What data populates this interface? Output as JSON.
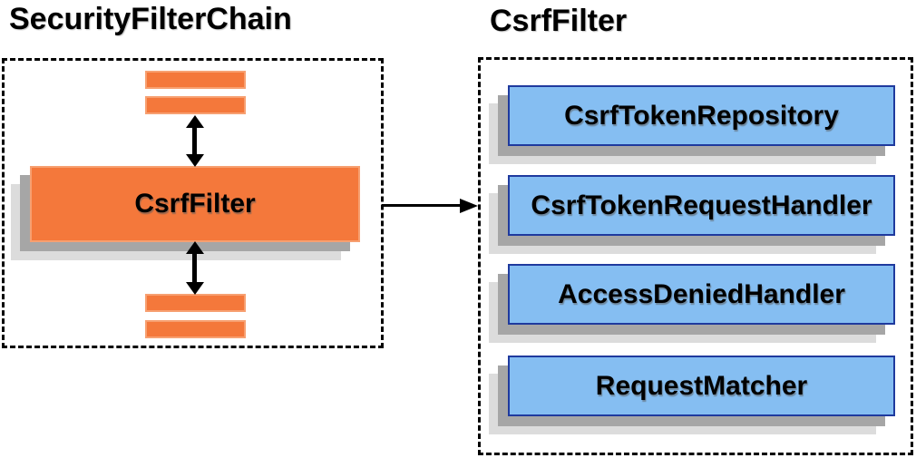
{
  "diagram": {
    "left": {
      "title": "SecurityFilterChain",
      "filter_box_label": "CsrfFilter",
      "filter_bars_count": 4
    },
    "right": {
      "title": "CsrfFilter",
      "components": [
        {
          "label": "CsrfTokenRepository"
        },
        {
          "label": "CsrfTokenRequestHandler"
        },
        {
          "label": "AccessDeniedHandler"
        },
        {
          "label": "RequestMatcher"
        }
      ]
    },
    "icons": {
      "vertical_connectors": "double-arrow-icon",
      "horizontal_connector": "arrow-right-icon"
    },
    "colors": {
      "orange": "#F4783B",
      "orange_border": "#F7A071",
      "blue": "#85BEF2",
      "blue_border": "#1F3A9E",
      "shadow_dark": "#A6A6A6",
      "shadow_light": "#DCDCDC",
      "line": "#000000"
    }
  }
}
